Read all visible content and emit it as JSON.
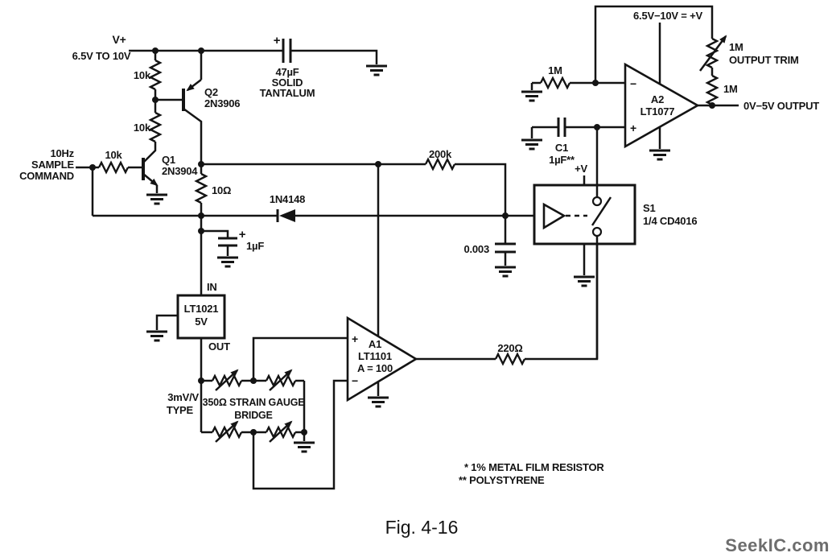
{
  "power": {
    "v_label": "V+",
    "v_range": "6.5V TO 10V",
    "r_top": "10k",
    "r_mid": "10k",
    "filter_cap": {
      "polarity": "+",
      "value": "47µF",
      "type_line1": "SOLID",
      "type_line2": "TANTALUM"
    },
    "q2": {
      "ref": "Q2",
      "part": "2N3906"
    },
    "q1": {
      "ref": "Q1",
      "part": "2N3904"
    },
    "r_emitter": "10Ω"
  },
  "sample_input": {
    "line1": "10Hz",
    "line2": "SAMPLE",
    "line3": "COMMAND",
    "r_base": "10k"
  },
  "sample_path": {
    "diode": "1N4148",
    "r_series": "200k",
    "c_hold": "0.003"
  },
  "reference": {
    "pin_in": "IN",
    "name": "LT1021",
    "output_voltage": "5V",
    "pin_out": "OUT",
    "c_bypass": {
      "polarity": "+",
      "value": "1µF"
    }
  },
  "bridge": {
    "sensitivity": "3mV/V",
    "sensitivity2": "TYPE",
    "label1": "350Ω STRAIN GAUGE",
    "label2": "BRIDGE"
  },
  "a1": {
    "plus": "+",
    "minus": "−",
    "ref": "A1",
    "part": "LT1101",
    "gain": "A = 100",
    "r_out": "220Ω"
  },
  "s1": {
    "supply_pin": "+V",
    "ref": "S1",
    "part": "1/4 CD4016"
  },
  "a2": {
    "r_in": "1M",
    "minus": "−",
    "plus": "+",
    "ref": "A2",
    "part": "LT1077",
    "supply": "6.5V−10V = +V",
    "c1_ref": "C1",
    "c1_value": "1µF**",
    "trim_value": "1M",
    "trim_label": "OUTPUT TRIM",
    "r_fb": "1M",
    "output_label": "0V−5V OUTPUT"
  },
  "notes": {
    "note1": "* 1% METAL FILM RESISTOR",
    "note2": "** POLYSTYRENE"
  },
  "figure": {
    "caption": "Fig. 4-16",
    "watermark": "SeekIC.com"
  }
}
